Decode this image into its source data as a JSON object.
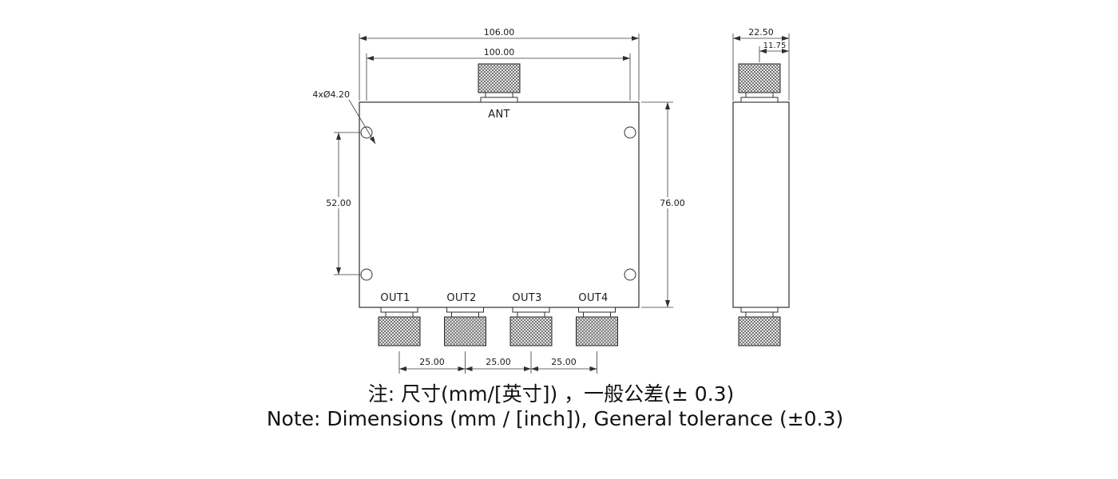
{
  "front_view": {
    "ant_label": "ANT",
    "out_labels": [
      "OUT1",
      "OUT2",
      "OUT3",
      "OUT4"
    ],
    "dims": {
      "overall_width": "106.00",
      "hole_spacing_h": "100.00",
      "hole_spacing_v": "52.00",
      "overall_height": "76.00",
      "port_pitch": "25.00",
      "hole_callout": "4xØ4.20"
    }
  },
  "side_view": {
    "dims": {
      "depth": "22.50",
      "connector_offset": "11.75"
    }
  },
  "notes": {
    "cn": "注: 尺寸(mm/[英寸]) ，一般公差(± 0.3)",
    "en": "Note: Dimensions (mm / [inch]), General tolerance (±0.3)"
  }
}
